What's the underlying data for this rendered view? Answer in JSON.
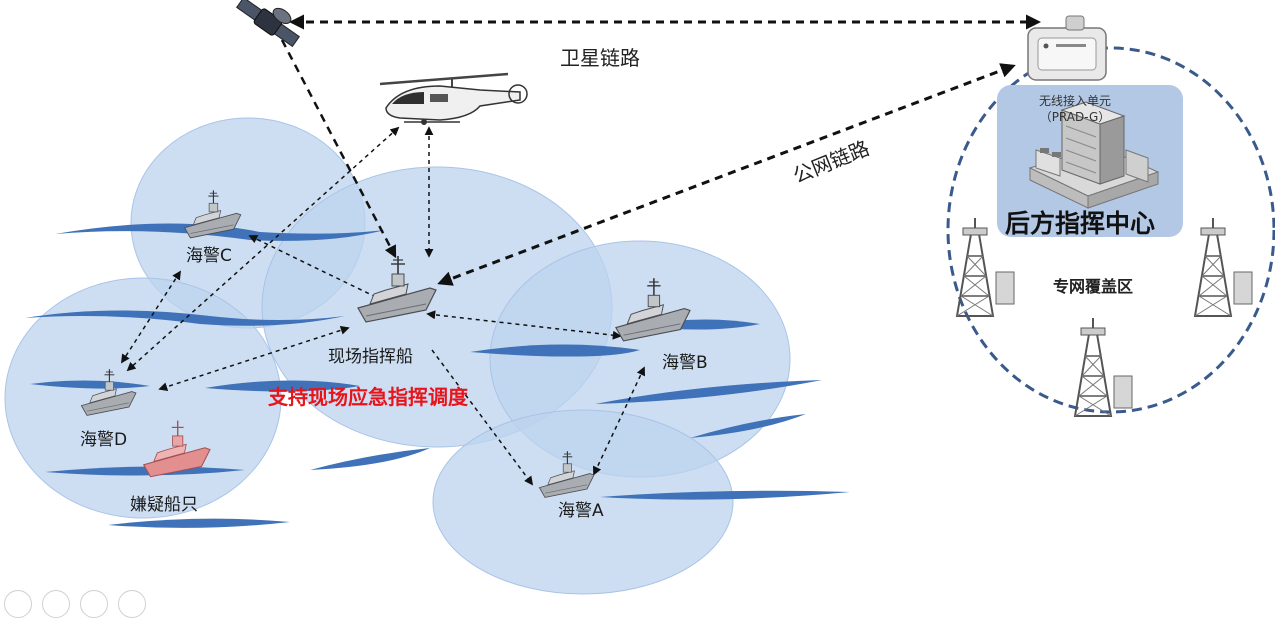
{
  "labels": {
    "satellite_link": "卫星链路",
    "public_link": "公网链路",
    "site_command_ship": "现场指挥船",
    "support_text": "支持现场应急指挥调度",
    "police_a": "海警A",
    "police_b": "海警B",
    "police_c": "海警C",
    "police_d": "海警D",
    "suspicious_ship": "嫌疑船只",
    "hq": "后方指挥中心",
    "access_unit": "无线接入单元",
    "access_unit_model": "（PRAD-G）",
    "private_zone": "专网覆盖区"
  },
  "icons": {
    "satellite": "satellite-icon",
    "helicopter": "helicopter-icon",
    "ship": "ship-icon",
    "building": "building-icon",
    "tower": "tower-icon",
    "access_device": "radio-device-icon"
  },
  "colors": {
    "coverage": "#bcd3ee",
    "coverage_stroke": "#a9c4e8",
    "wave": "#3f72b8",
    "zone_border": "#3a5a8c",
    "hq_box": "#b3c8e5",
    "red_text": "#e8141b",
    "suspicious_ship": "#e48f8f"
  }
}
